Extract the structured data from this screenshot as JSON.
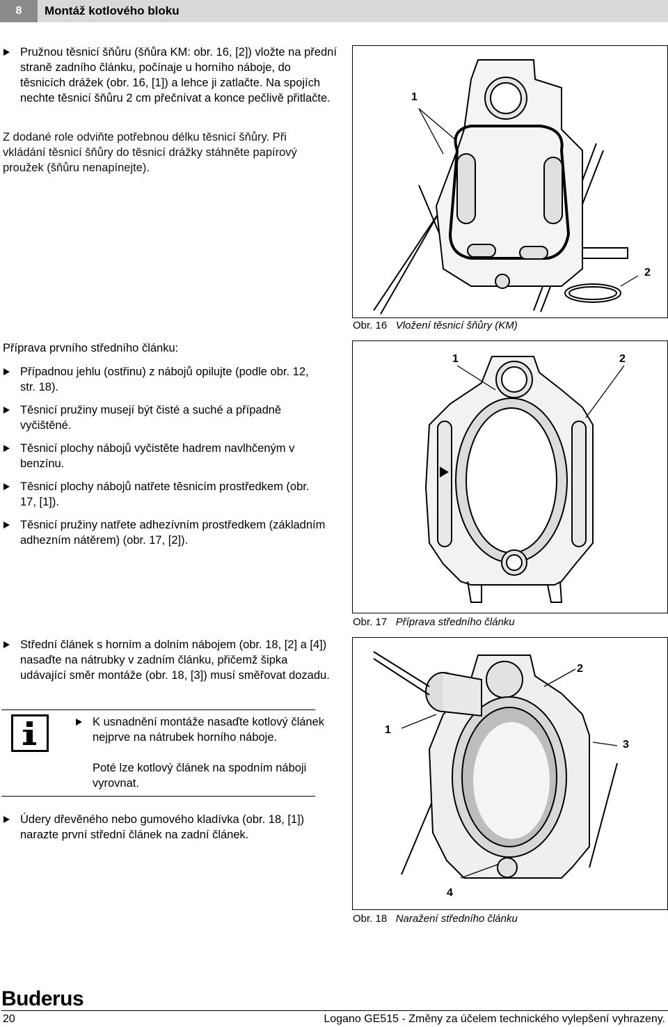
{
  "header": {
    "chapter_number": "8",
    "chapter_title": "Montáž kotlového bloku"
  },
  "section1": {
    "bullet1": "Pružnou těsnicí šňůru (šňůra KM: obr. 16, [2]) vložte na přední straně zadního článku, počínaje u horního náboje, do těsnicích drážek (obr. 16, [1]) a lehce ji zatlačte. Na spojích nechte těsnicí šňůru 2 cm přečnívat a konce pečlivě přitlačte.",
    "note": "Z dodané role odviňte potřebnou délku těsnicí šňůry. Při vkládání těsnicí šňůry do těsnicí drážky stáhněte papírový proužek (šňůru nenapínejte)."
  },
  "section2": {
    "heading": "Příprava prvního středního článku:",
    "bullets": [
      "Případnou jehlu (ostřinu) z nábojů opilujte (podle obr. 12, str. 18).",
      "Těsnicí pružiny musejí být čisté a suché a případně vyčištěné.",
      "Těsnicí plochy nábojů vyčistěte hadrem navlhčeným v benzínu.",
      "Těsnicí plochy nábojů natřete těsnicím prostředkem (obr. 17, [1]).",
      "Těsnicí pružiny natřete adhezívním prostředkem (základním adhezním nátěrem) (obr. 17, [2])."
    ]
  },
  "section3": {
    "bullet1": "Střední článek s horním a dolním nábojem (obr. 18, [2] a [4]) nasaďte na nátrubky v zadním článku, přičemž šipka udávající směr montáže (obr. 18, [3]) musí směřovat dozadu.",
    "info_bullet": "K usnadnění montáže nasaďte kotlový článek nejprve na nátrubek horního náboje.",
    "info_text": "Poté lze kotlový článek na spodním náboji vyrovnat.",
    "bullet2": "Údery dřevěného nebo gumového kladívka (obr. 18, [1]) narazte první střední článek na zadní článek."
  },
  "figures": {
    "fig16": {
      "num": "Obr. 16",
      "caption": "Vložení těsnicí šňůry (KM)",
      "labels": [
        "1",
        "2"
      ]
    },
    "fig17": {
      "num": "Obr. 17",
      "caption": "Příprava středního článku",
      "labels": [
        "1",
        "2"
      ]
    },
    "fig18": {
      "num": "Obr. 18",
      "caption": "Naražení středního článku",
      "labels": [
        "1",
        "2",
        "3",
        "4"
      ]
    }
  },
  "footer": {
    "brand": "Buderus",
    "page_number": "20",
    "doc_title": "Logano GE515 - Změny za účelem technického vylepšení vyhrazeny."
  },
  "icons": {
    "info": "info-icon"
  }
}
